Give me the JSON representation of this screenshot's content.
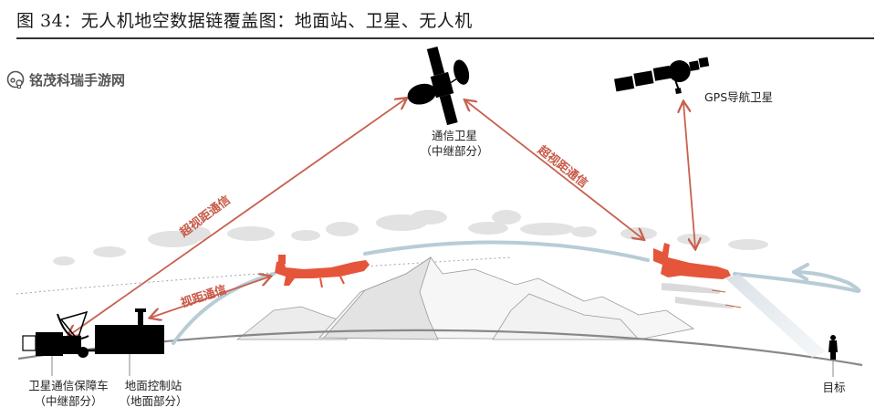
{
  "figure": {
    "title": "图 34：无人机地空数据链覆盖图：地面站、卫星、无人机"
  },
  "watermark": {
    "text": "铭茂科瑞手游网",
    "icon": "watermark-logo-icon"
  },
  "nodes": {
    "comm_satellite": {
      "name": "通信卫星",
      "role": "（中继部分）",
      "icon": "communication-satellite-icon"
    },
    "gps_satellite": {
      "name": "GPS导航卫星",
      "icon": "gps-satellite-icon"
    },
    "relay_vehicle": {
      "name": "卫星通信保障车",
      "role": "（中继部分）",
      "icon": "satellite-dish-truck-icon"
    },
    "ground_station": {
      "name": "地面控制站",
      "role": "（地面部分）",
      "icon": "ground-control-station-icon"
    },
    "target": {
      "name": "目标",
      "icon": "person-target-icon"
    },
    "uav_1": {
      "icon": "uav-drone-icon"
    },
    "uav_2": {
      "icon": "uav-drone-icon"
    }
  },
  "links": {
    "blos_left": {
      "label": "超视距通信",
      "from": "卫星通信保障车",
      "to": "通信卫星"
    },
    "blos_right": {
      "label": "超视距通信",
      "from": "通信卫星",
      "to": "无人机"
    },
    "los": {
      "label": "视距通信",
      "from": "地面控制站",
      "to": "无人机"
    },
    "gps": {
      "label": "",
      "from": "无人机",
      "to": "GPS导航卫星"
    }
  },
  "colors": {
    "link_arrow": "#c8614f",
    "uav": "#e5553a",
    "flight_path": "#b8ccd6",
    "mountain": "#e3e3e3",
    "cloud": "#e2e2e2",
    "ground_line": "#888888",
    "equipment": "#000000"
  }
}
